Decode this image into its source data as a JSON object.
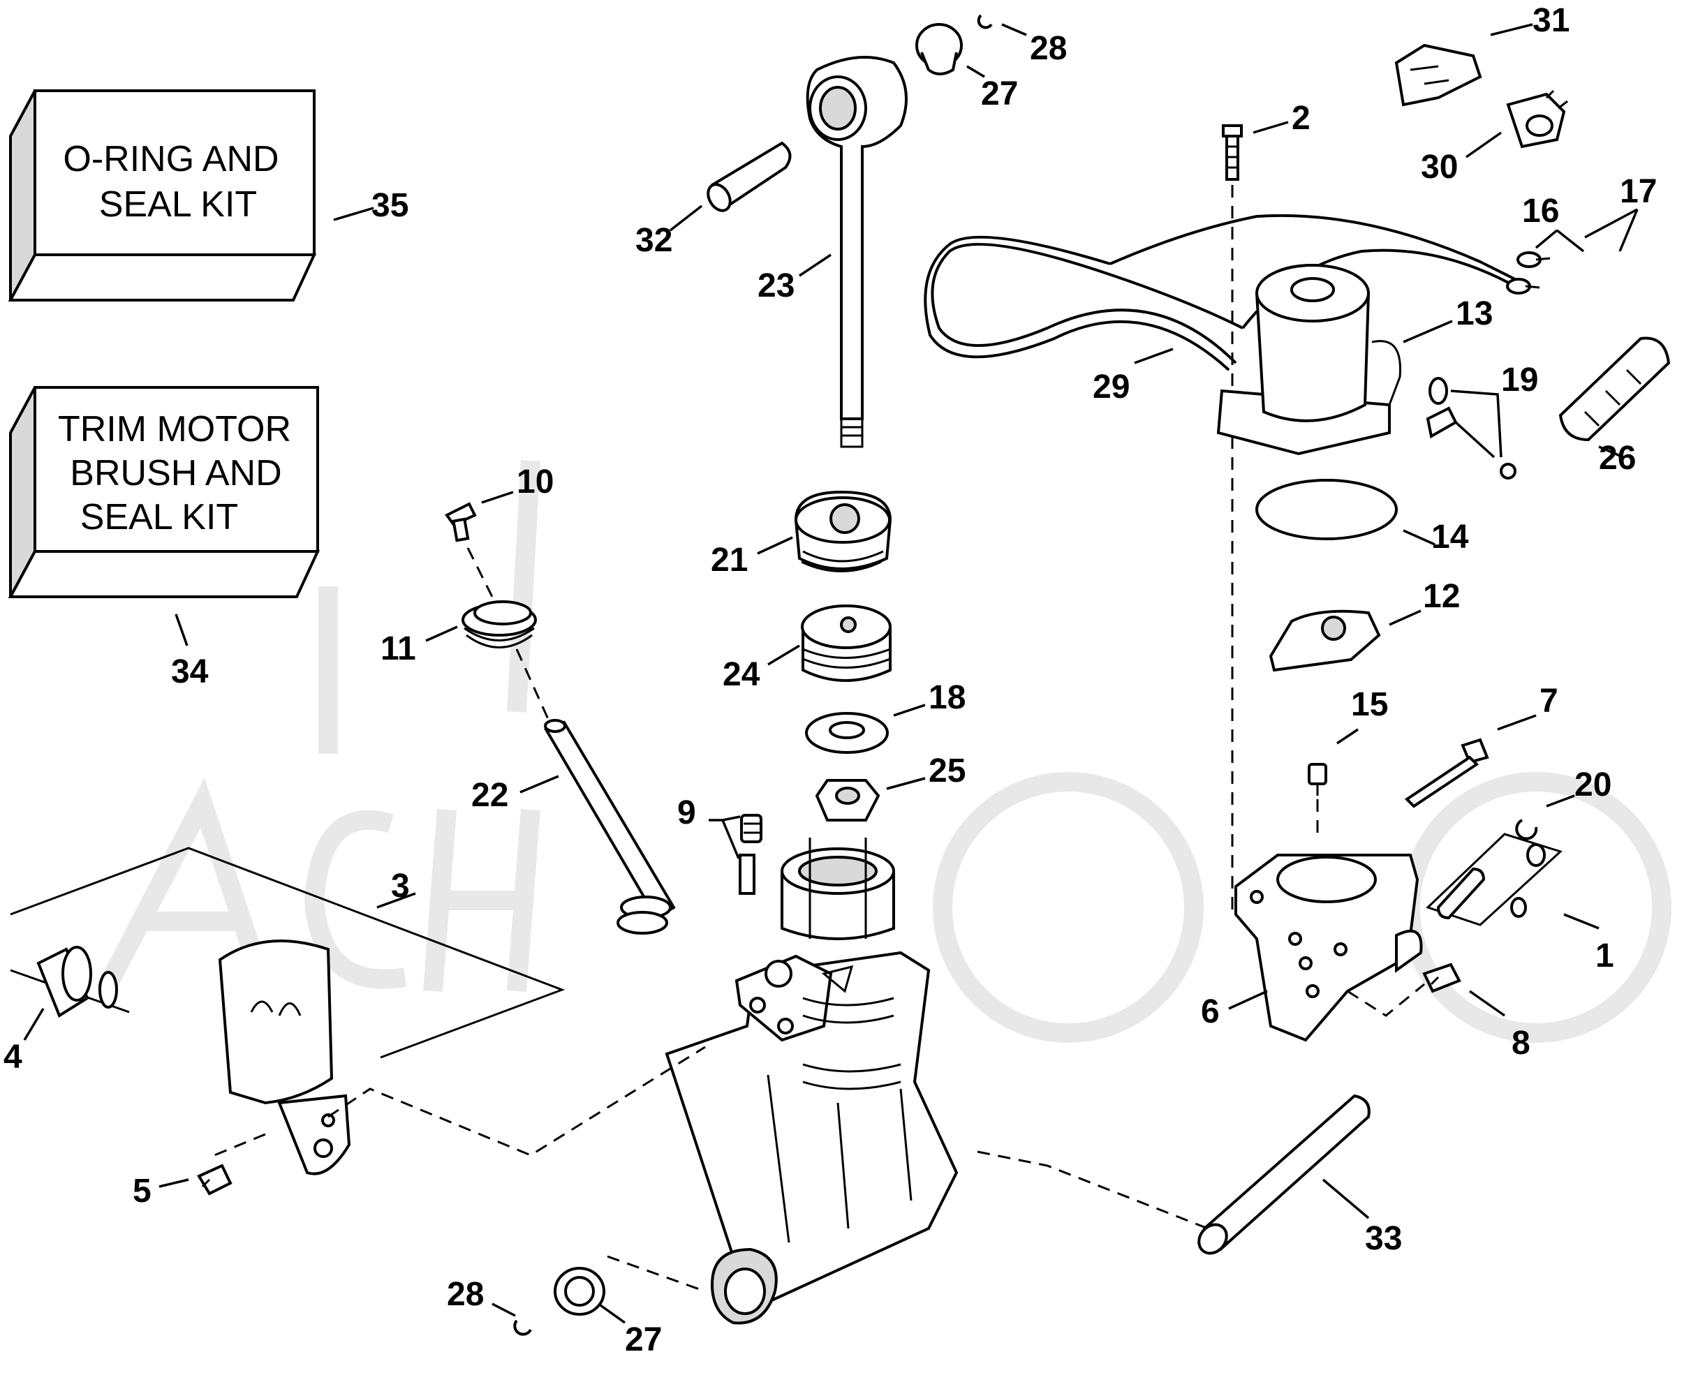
{
  "kits": {
    "oring": {
      "line1": "O-RING AND",
      "line2": "SEAL KIT",
      "callout": "35"
    },
    "trim": {
      "line1": "TRIM MOTOR",
      "line2": "BRUSH AND",
      "line3": "SEAL KIT",
      "callout": "34"
    }
  },
  "callouts": {
    "c1": "1",
    "c2": "2",
    "c3": "3",
    "c4": "4",
    "c5": "5",
    "c6": "6",
    "c7": "7",
    "c8": "8",
    "c9": "9",
    "c10": "10",
    "c11": "11",
    "c12": "12",
    "c13": "13",
    "c14": "14",
    "c15": "15",
    "c16": "16",
    "c17": "17",
    "c18": "18",
    "c19": "19",
    "c20": "20",
    "c21": "21",
    "c22": "22",
    "c23": "23",
    "c24": "24",
    "c25": "25",
    "c26": "26",
    "c27a": "27",
    "c27b": "27",
    "c28a": "28",
    "c28b": "28",
    "c29": "29",
    "c30": "30",
    "c31": "31",
    "c32": "32",
    "c33": "33"
  },
  "colors": {
    "ink": "#000000",
    "paper": "#ffffff",
    "watermark": "#e6e6e6"
  }
}
